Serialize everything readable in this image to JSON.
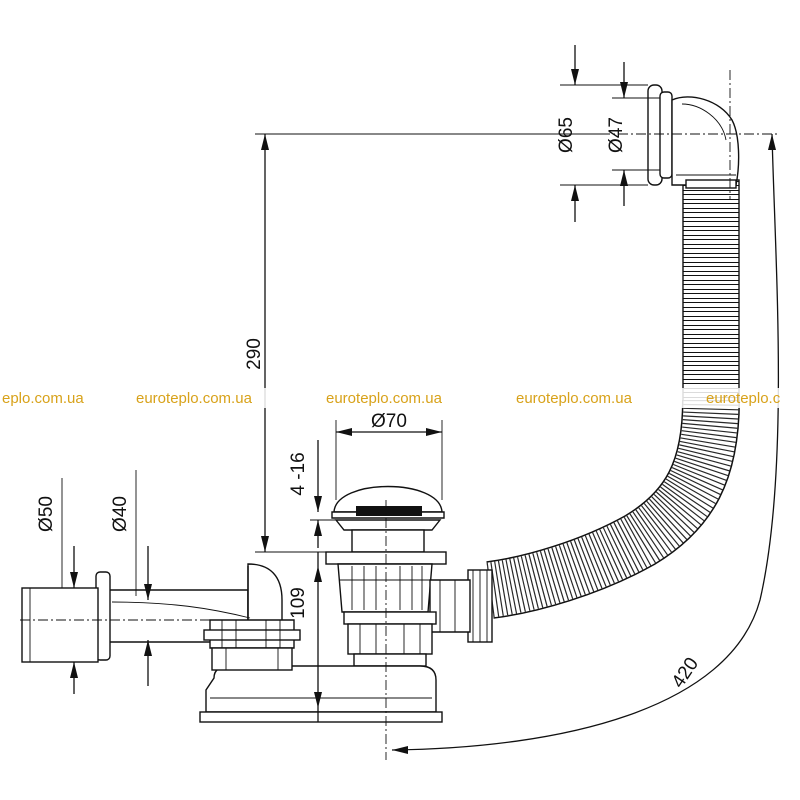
{
  "drawing": {
    "dimensions": {
      "overflow_outer_diameter": "Ø65",
      "overflow_inner_diameter": "Ø47",
      "height_overflow_to_outlet": "290",
      "drain_head_diameter": "Ø70",
      "plug_lift": "4 -16",
      "siphon_height": "109",
      "outlet_outer_diameter": "Ø50",
      "outlet_inner_diameter": "Ø40",
      "hose_length": "420"
    },
    "watermark": {
      "items": [
        "eplo.com.ua",
        "euroteplo.com.ua",
        "euroteplo.com.ua",
        "euroteplo.com.ua",
        "euroteplo.c"
      ],
      "color": "#d8a21a"
    }
  }
}
